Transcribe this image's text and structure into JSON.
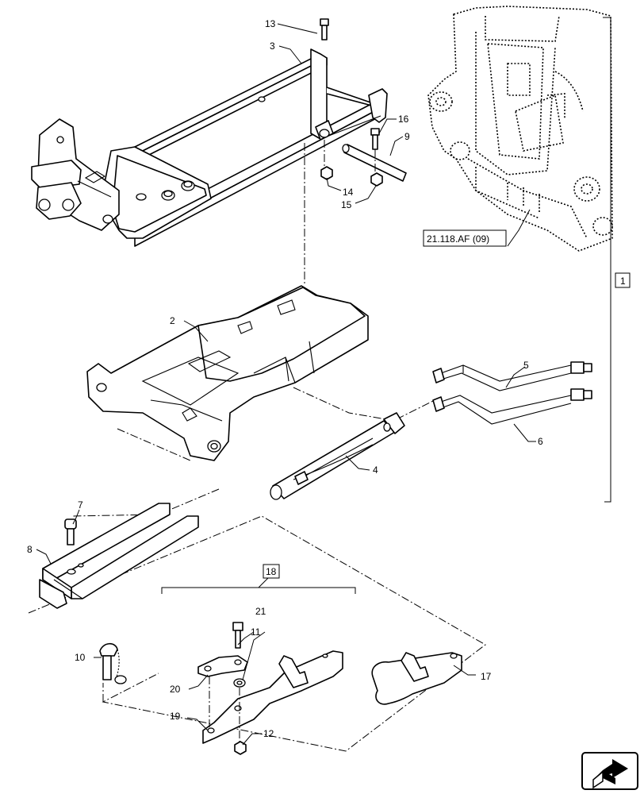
{
  "callouts": {
    "c1": "1",
    "c2": "2",
    "c3": "3",
    "c4": "4",
    "c5": "5",
    "c6": "6",
    "c7": "7",
    "c8": "8",
    "c9": "9",
    "c10": "10",
    "c11": "11",
    "c12": "12",
    "c13": "13",
    "c14": "14",
    "c15": "15",
    "c16": "16",
    "c17": "17",
    "c18": "18",
    "c19": "19",
    "c20": "20",
    "c21": "21"
  },
  "reference": "21.118.AF (09)",
  "icons": {
    "nav": "navigation-arrow-icon"
  }
}
